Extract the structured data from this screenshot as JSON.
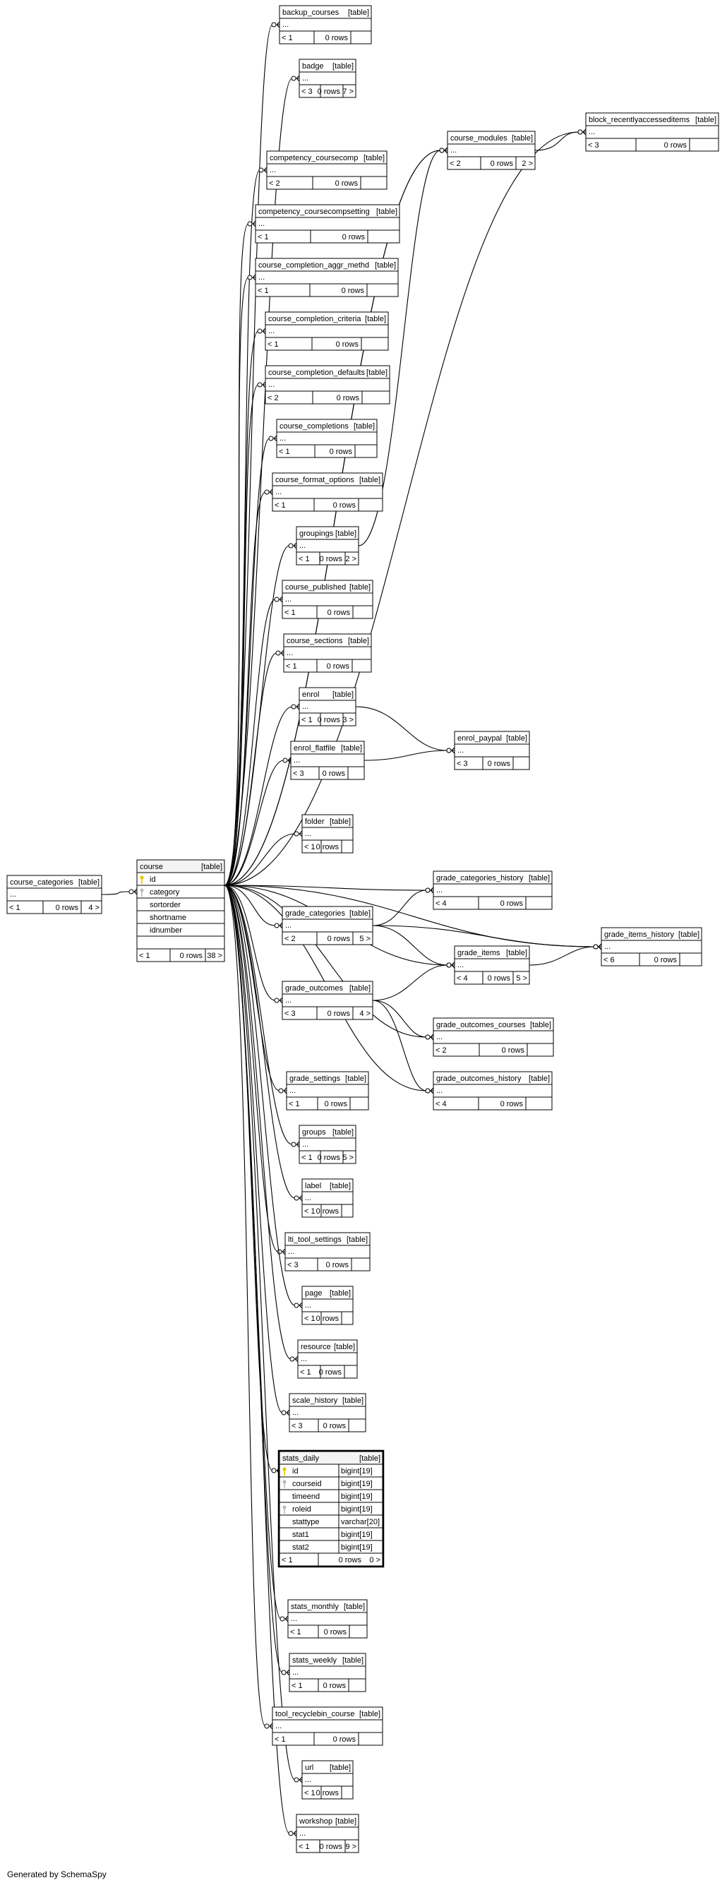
{
  "footer": "Generated by SchemaSpy",
  "tables": [
    {
      "name": "backup_courses",
      "tag": "[table]",
      "rows": "0 rows",
      "children": "",
      "parents": "< 1"
    },
    {
      "name": "badge",
      "tag": "[table]",
      "rows": "0 rows",
      "children": "7 >",
      "parents": "< 3"
    },
    {
      "name": "block_recentlyaccesseditems",
      "tag": "[table]",
      "rows": "0 rows",
      "children": "",
      "parents": "< 3"
    },
    {
      "name": "course_modules",
      "tag": "[table]",
      "rows": "0 rows",
      "children": "2 >",
      "parents": "< 2"
    },
    {
      "name": "competency_coursecomp",
      "tag": "[table]",
      "rows": "0 rows",
      "children": "",
      "parents": "< 2"
    },
    {
      "name": "competency_coursecompsetting",
      "tag": "[table]",
      "rows": "0 rows",
      "children": "",
      "parents": "< 1"
    },
    {
      "name": "course_completion_aggr_methd",
      "tag": "[table]",
      "rows": "0 rows",
      "children": "",
      "parents": "< 1"
    },
    {
      "name": "course_completion_criteria",
      "tag": "[table]",
      "rows": "0 rows",
      "children": "",
      "parents": "< 1"
    },
    {
      "name": "course_completion_defaults",
      "tag": "[table]",
      "rows": "0 rows",
      "children": "",
      "parents": "< 2"
    },
    {
      "name": "course_completions",
      "tag": "[table]",
      "rows": "0 rows",
      "children": "",
      "parents": "< 1"
    },
    {
      "name": "course_format_options",
      "tag": "[table]",
      "rows": "0 rows",
      "children": "",
      "parents": "< 1"
    },
    {
      "name": "groupings",
      "tag": "[table]",
      "rows": "0 rows",
      "children": "2 >",
      "parents": "< 1"
    },
    {
      "name": "course_published",
      "tag": "[table]",
      "rows": "0 rows",
      "children": "",
      "parents": "< 1"
    },
    {
      "name": "course_sections",
      "tag": "[table]",
      "rows": "0 rows",
      "children": "",
      "parents": "< 1"
    },
    {
      "name": "enrol",
      "tag": "[table]",
      "rows": "0 rows",
      "children": "3 >",
      "parents": "< 1"
    },
    {
      "name": "enrol_flatfile",
      "tag": "[table]",
      "rows": "0 rows",
      "children": "",
      "parents": "< 3"
    },
    {
      "name": "enrol_paypal",
      "tag": "[table]",
      "rows": "0 rows",
      "children": "",
      "parents": "< 3"
    },
    {
      "name": "folder",
      "tag": "[table]",
      "rows": "0 rows",
      "children": "",
      "parents": "< 1"
    },
    {
      "name": "course_categories",
      "tag": "[table]",
      "rows": "0 rows",
      "children": "4 >",
      "parents": "< 1"
    },
    {
      "name": "grade_categories_history",
      "tag": "[table]",
      "rows": "0 rows",
      "children": "",
      "parents": "< 4"
    },
    {
      "name": "grade_categories",
      "tag": "[table]",
      "rows": "0 rows",
      "children": "5 >",
      "parents": "< 2"
    },
    {
      "name": "grade_items_history",
      "tag": "[table]",
      "rows": "0 rows",
      "children": "",
      "parents": "< 6"
    },
    {
      "name": "grade_items",
      "tag": "[table]",
      "rows": "0 rows",
      "children": "5 >",
      "parents": "< 4"
    },
    {
      "name": "grade_outcomes",
      "tag": "[table]",
      "rows": "0 rows",
      "children": "4 >",
      "parents": "< 3"
    },
    {
      "name": "grade_outcomes_courses",
      "tag": "[table]",
      "rows": "0 rows",
      "children": "",
      "parents": "< 2"
    },
    {
      "name": "grade_outcomes_history",
      "tag": "[table]",
      "rows": "0 rows",
      "children": "",
      "parents": "< 4"
    },
    {
      "name": "grade_settings",
      "tag": "[table]",
      "rows": "0 rows",
      "children": "",
      "parents": "< 1"
    },
    {
      "name": "groups",
      "tag": "[table]",
      "rows": "0 rows",
      "children": "5 >",
      "parents": "< 1"
    },
    {
      "name": "label",
      "tag": "[table]",
      "rows": "0 rows",
      "children": "",
      "parents": "< 1"
    },
    {
      "name": "lti_tool_settings",
      "tag": "[table]",
      "rows": "0 rows",
      "children": "",
      "parents": "< 3"
    },
    {
      "name": "page",
      "tag": "[table]",
      "rows": "0 rows",
      "children": "",
      "parents": "< 1"
    },
    {
      "name": "resource",
      "tag": "[table]",
      "rows": "0 rows",
      "children": "",
      "parents": "< 1"
    },
    {
      "name": "scale_history",
      "tag": "[table]",
      "rows": "0 rows",
      "children": "",
      "parents": "< 3"
    },
    {
      "name": "stats_monthly",
      "tag": "[table]",
      "rows": "0 rows",
      "children": "",
      "parents": "< 1"
    },
    {
      "name": "stats_weekly",
      "tag": "[table]",
      "rows": "0 rows",
      "children": "",
      "parents": "< 1"
    },
    {
      "name": "tool_recyclebin_course",
      "tag": "[table]",
      "rows": "0 rows",
      "children": "",
      "parents": "< 1"
    },
    {
      "name": "url",
      "tag": "[table]",
      "rows": "0 rows",
      "children": "",
      "parents": "< 1"
    },
    {
      "name": "workshop",
      "tag": "[table]",
      "rows": "0 rows",
      "children": "9 >",
      "parents": "< 1"
    }
  ],
  "course": {
    "name": "course",
    "tag": "[table]",
    "columns": [
      "id",
      "category",
      "sortorder",
      "shortname",
      "idnumber"
    ],
    "rows": "0 rows",
    "children": "38 >",
    "parents": "< 1"
  },
  "stats_daily": {
    "name": "stats_daily",
    "tag": "[table]",
    "columns": [
      {
        "name": "id",
        "type": "bigint[19]"
      },
      {
        "name": "courseid",
        "type": "bigint[19]"
      },
      {
        "name": "timeend",
        "type": "bigint[19]"
      },
      {
        "name": "roleid",
        "type": "bigint[19]"
      },
      {
        "name": "stattype",
        "type": "varchar[20]"
      },
      {
        "name": "stat1",
        "type": "bigint[19]"
      },
      {
        "name": "stat2",
        "type": "bigint[19]"
      }
    ],
    "rows": "0 rows",
    "children": "0 >",
    "parents": "< 1"
  }
}
